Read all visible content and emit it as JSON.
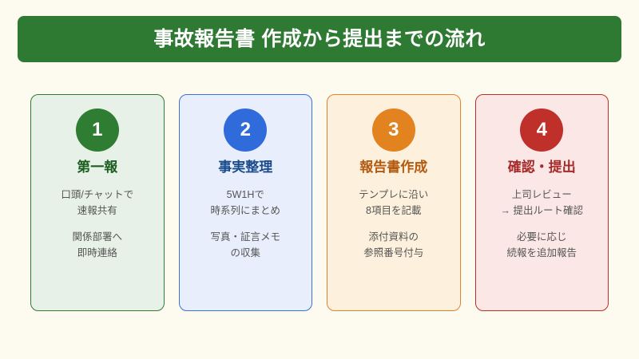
{
  "header": {
    "title": "事故報告書 作成から提出までの流れ",
    "background_color": "#2f7a32",
    "text_color": "#ffffff"
  },
  "cards": [
    {
      "number": "1",
      "title": "第一報",
      "accent_color": "#2e7d32",
      "background_color": "#e8f1e8",
      "title_color": "#1b5e20",
      "blocks": [
        [
          "口頭/チャットで",
          "速報共有"
        ],
        [
          "関係部署へ",
          "即時連絡"
        ]
      ]
    },
    {
      "number": "2",
      "title": "事実整理",
      "accent_color": "#2f6bdb",
      "background_color": "#e8eefb",
      "title_color": "#1a4b8c",
      "blocks": [
        [
          "5W1Hで",
          "時系列にまとめ"
        ],
        [
          "写真・証言メモ",
          "の収集"
        ]
      ]
    },
    {
      "number": "3",
      "title": "報告書作成",
      "accent_color": "#e2831f",
      "background_color": "#fdf0dd",
      "title_color": "#b35a10",
      "blocks": [
        [
          "テンプレに沿い",
          "8項目を記載"
        ],
        [
          "添付資料の",
          "参照番号付与"
        ]
      ]
    },
    {
      "number": "4",
      "title": "確認・提出",
      "accent_color": "#c0302a",
      "background_color": "#fbe7e5",
      "title_color": "#a52a2a",
      "blocks": [
        [
          "上司レビュー",
          "→ 提出ルート確認"
        ],
        [
          "必要に応じ",
          "続報を追加報告"
        ]
      ]
    }
  ],
  "page": {
    "background_color": "#fdfaf0",
    "body_text_color": "#555555"
  }
}
